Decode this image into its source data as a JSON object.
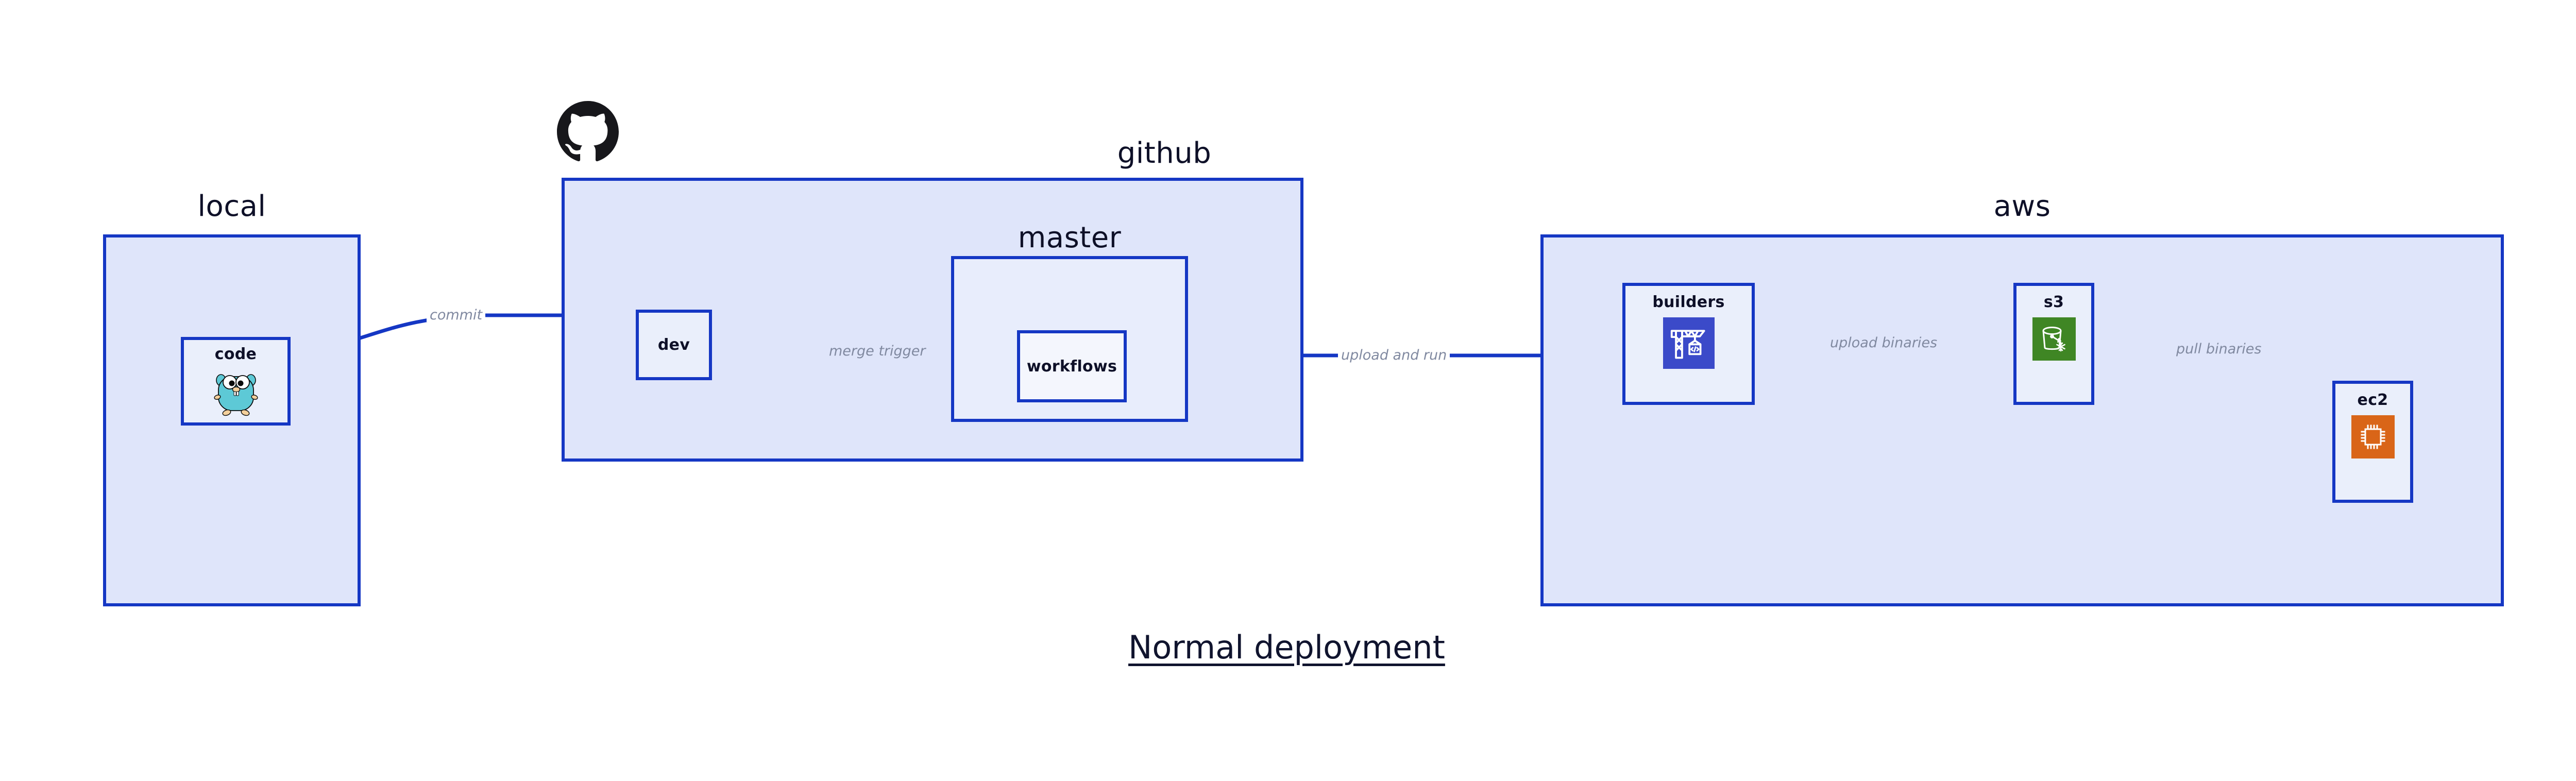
{
  "diagram": {
    "title": "Normal deployment",
    "background": "#ffffff",
    "accent_border": "#1537c4",
    "group_fill": "#dfe5fa",
    "subgroup_fill": "#e8edfc",
    "node_fill": "#eaeffb",
    "edge_label_color": "#8089a0",
    "text_color": "#0e1028"
  },
  "groups": [
    {
      "id": "local",
      "title": "local",
      "nodes": [
        {
          "id": "code",
          "label": "code",
          "icon": "go-gopher-icon"
        }
      ]
    },
    {
      "id": "github",
      "title": "github",
      "logo": "github-octocat-icon",
      "nodes": [
        {
          "id": "dev",
          "label": "dev",
          "icon": "none"
        }
      ],
      "subgroups": [
        {
          "id": "master",
          "title": "master",
          "nodes": [
            {
              "id": "workflows",
              "label": "workflows",
              "icon": "none"
            }
          ]
        }
      ]
    },
    {
      "id": "aws",
      "title": "aws",
      "nodes": [
        {
          "id": "builders",
          "label": "builders",
          "icon": "aws-codebuild-crane-icon",
          "icon_color": "#3b4ac9"
        },
        {
          "id": "s3",
          "label": "s3",
          "icon": "aws-s3-glacier-bucket-icon",
          "icon_color": "#3f8624"
        },
        {
          "id": "ec2",
          "label": "ec2",
          "icon": "aws-ec2-chip-icon",
          "icon_color": "#d96518"
        }
      ]
    }
  ],
  "edges": [
    {
      "id": "commit",
      "from": "code",
      "to": "dev",
      "label": "commit"
    },
    {
      "id": "merge-trigger",
      "from": "dev",
      "to": "workflows",
      "label": "merge trigger"
    },
    {
      "id": "upload-and-run",
      "from": "workflows",
      "to": "builders",
      "label": "upload and run"
    },
    {
      "id": "upload-binaries",
      "from": "builders",
      "to": "s3",
      "label": "upload binaries"
    },
    {
      "id": "pull-binaries",
      "from": "s3",
      "to": "ec2",
      "label": "pull binaries"
    }
  ]
}
